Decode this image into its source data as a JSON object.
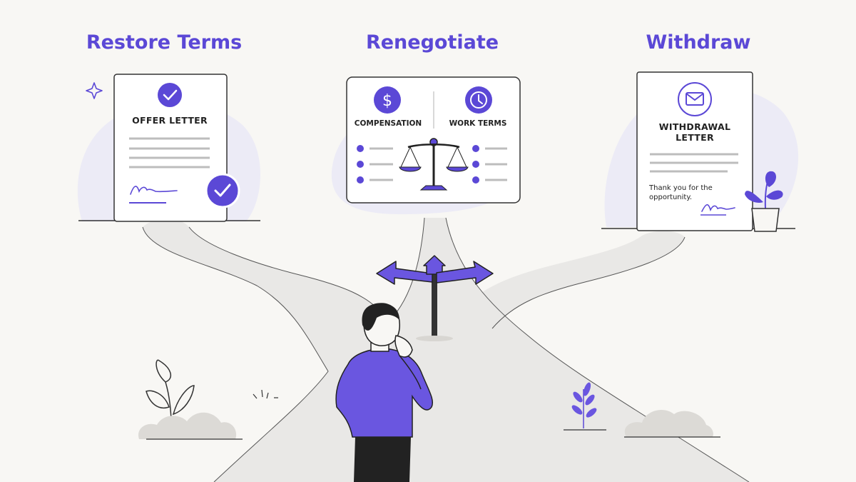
{
  "options": {
    "left": {
      "heading": "Restore Terms",
      "card_title": "OFFER LETTER"
    },
    "middle": {
      "heading": "Renegotiate",
      "left_label": "COMPENSATION",
      "right_label": "WORK TERMS"
    },
    "right": {
      "heading": "Withdraw",
      "card_title_line1": "WITHDRAWAL",
      "card_title_line2": "LETTER",
      "note_line1": "Thank you for the",
      "note_line2": "opportunity."
    }
  },
  "colors": {
    "accent": "#5b48d6",
    "accent_light": "#ecebf6",
    "path": "#e9e8e6",
    "background": "#f8f7f4",
    "ink": "#222222"
  },
  "icons": {
    "left_card": "check-circle-icon",
    "left_badge": "check-badge-icon",
    "middle_left": "dollar-icon",
    "middle_right": "clock-icon",
    "middle_center": "scale-icon",
    "right_card": "envelope-icon"
  }
}
